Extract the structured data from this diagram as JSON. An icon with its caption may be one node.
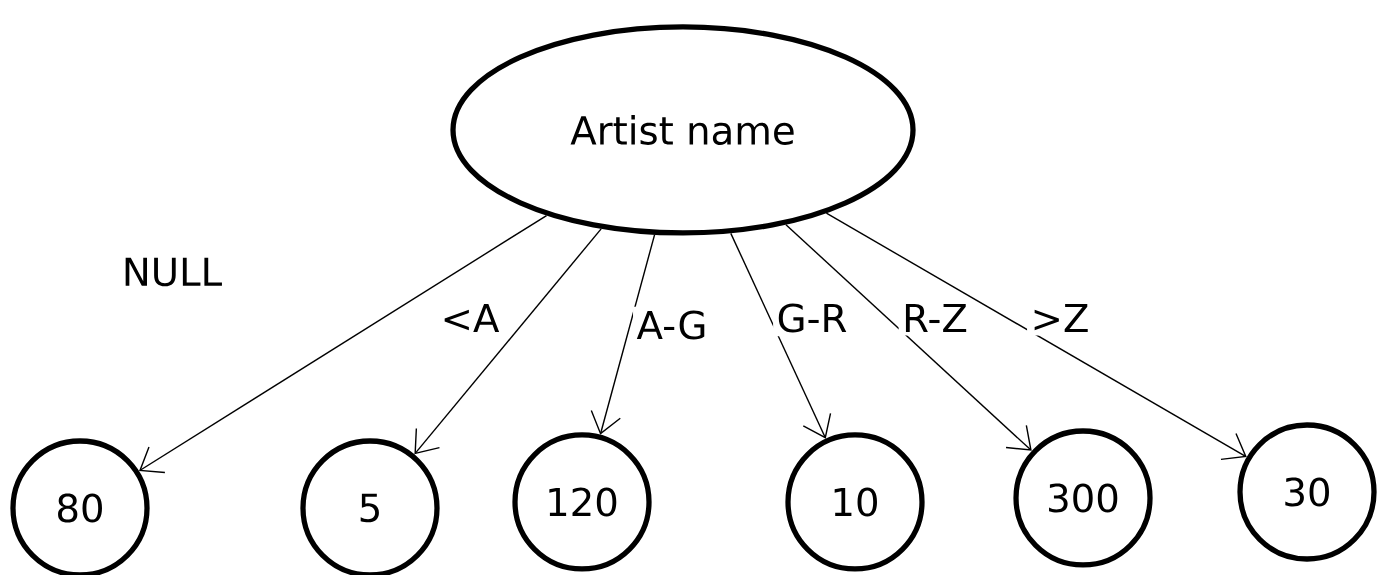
{
  "diagram": {
    "nodes": [
      {
        "text": [
          "Artist name"
        ]
      },
      {
        "text": [
          "80"
        ]
      },
      {
        "text": [
          "5"
        ]
      },
      {
        "text": [
          "120"
        ]
      },
      {
        "text": [
          "10"
        ]
      },
      {
        "text": [
          "300"
        ]
      },
      {
        "text": [
          "30"
        ]
      }
    ],
    "edges": [
      {
        "from": 0,
        "to": 1,
        "arrow": "to",
        "label": "NULL"
      },
      {
        "from": 0,
        "to": 2,
        "arrow": "to",
        "label": "<A"
      },
      {
        "from": 0,
        "to": 3,
        "arrow": "to",
        "label": "A-G"
      },
      {
        "from": 0,
        "to": 4,
        "arrow": "to",
        "label": "G-R"
      },
      {
        "from": 0,
        "to": 5,
        "arrow": "to",
        "label": "R-Z"
      },
      {
        "from": 0,
        "to": 6,
        "arrow": "to",
        "label": ">Z"
      }
    ]
  }
}
